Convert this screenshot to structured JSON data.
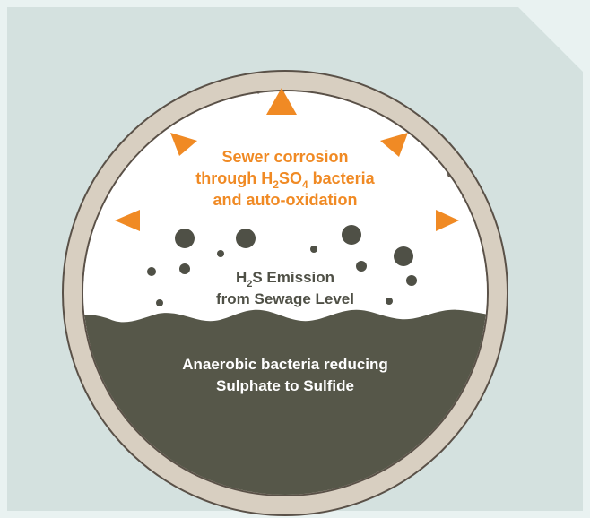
{
  "colors": {
    "background_outer": "#e9f2f1",
    "panel": "#d4e1df",
    "pipe_wall": "#d8cfc1",
    "pipe_outline": "#5a5148",
    "air_space": "#ffffff",
    "sewage": "#565749",
    "accent_orange": "#f08a24",
    "bubble": "#4f5046",
    "text_dark": "#4f5046",
    "text_light": "#ffffff"
  },
  "labels": {
    "corrosion": {
      "line1": "Sewer corrosion",
      "line2_prefix": "through H",
      "line2_sub1": "2",
      "line2_mid": "SO",
      "line2_sub2": "4",
      "line2_suffix": " bacteria",
      "line3": "and auto-oxidation"
    },
    "emission": {
      "line1_prefix": "H",
      "line1_sub": "2",
      "line1_suffix": "S Emission",
      "line2": "from Sewage Level"
    },
    "bacteria": {
      "line1": "Anaerobic bacteria reducing",
      "line2": "Sulphate to Sulfide"
    }
  },
  "icons": {
    "arrow": "triangle-arrow-icon",
    "bubble": "gas-bubble-icon"
  }
}
